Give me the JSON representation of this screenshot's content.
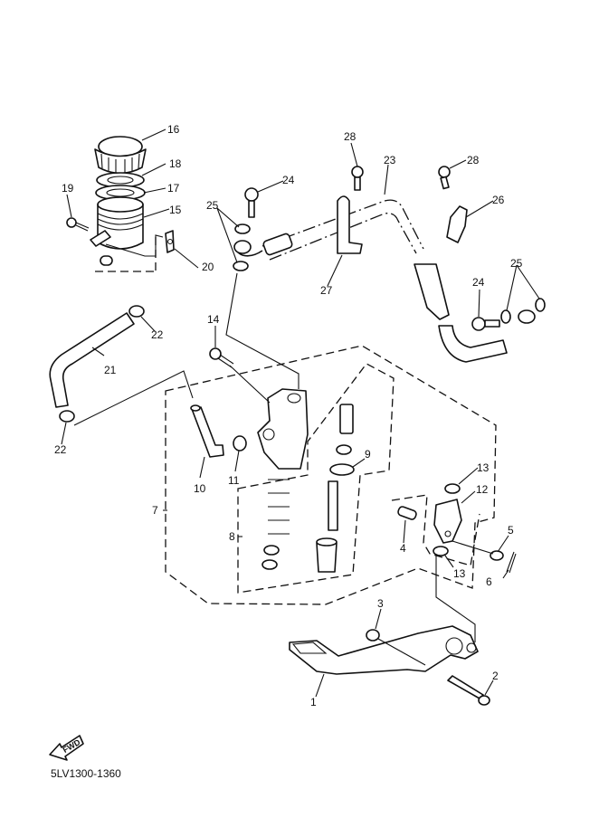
{
  "diagram": {
    "title_code": "5LV1300-1360",
    "fwd_label": "FWD",
    "line_color": "#111111",
    "background": "#ffffff",
    "labels": {
      "p1": "1",
      "p2": "2",
      "p3": "3",
      "p4": "4",
      "p5": "5",
      "p6": "6",
      "p7": "7",
      "p8": "8",
      "p9": "9",
      "p10": "10",
      "p11": "11",
      "p12": "12",
      "p13a": "13",
      "p13b": "13",
      "p14": "14",
      "p15": "15",
      "p16": "16",
      "p17": "17",
      "p18": "18",
      "p19": "19",
      "p20": "20",
      "p21": "21",
      "p22a": "22",
      "p22b": "22",
      "p23": "23",
      "p24a": "24",
      "p24b": "24",
      "p25a": "25",
      "p25b": "25",
      "p26": "26",
      "p27": "27",
      "p28a": "28",
      "p28b": "28"
    }
  }
}
